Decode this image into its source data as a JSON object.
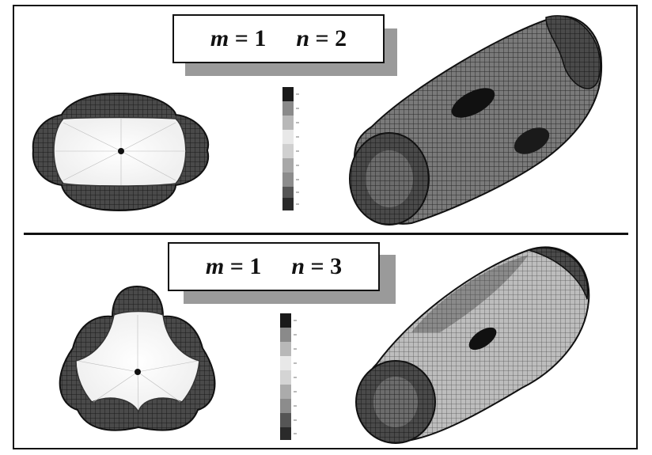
{
  "modes": [
    {
      "m_label": "m = 1",
      "n_label": "n = 2",
      "m": 1,
      "n": 2
    },
    {
      "m_label": "m = 1",
      "n_label": "n = 3",
      "m": 1,
      "n": 3
    }
  ],
  "colors": {
    "ink": "#111111",
    "dark_shade": "#3a3a3a",
    "mid_shade": "#8c8c8c",
    "light_shade": "#e6e6e6",
    "label_shadow": "#9a9a9a"
  }
}
